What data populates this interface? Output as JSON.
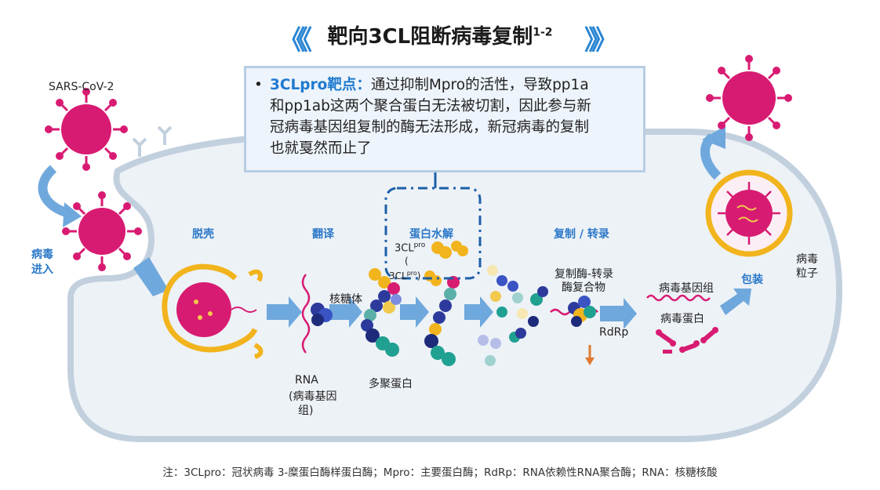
{
  "title": {
    "main": "靶向3CL阻断病毒复制",
    "sup": "1-2",
    "left_chevron": "《《",
    "right_chevron": "》》"
  },
  "callout": {
    "bullet": "•",
    "term": "3CLpro靶点",
    "colon": "：",
    "line1": "通过抑制Mpro的活性，导致pp1a",
    "line2": "和pp1ab这两个聚合蛋白无法被切割，因此参与新",
    "line3": "冠病毒基因组复制的酶无法形成，新冠病毒的复制",
    "line4": "也就戛然而止了"
  },
  "labels": {
    "virus": "SARS-CoV-2",
    "entry": "病毒\n进入",
    "uncoating": "脱壳",
    "translation": "翻译",
    "proteolysis": "蛋白水解",
    "replication": "复制 / 转录",
    "packaging": "包装",
    "particle": "病毒\n粒子",
    "ribosome": "核糖体",
    "rna": "RNA",
    "rna_sub1": "(病毒基因",
    "rna_sub2": "组)",
    "polyprotein": "多聚蛋白",
    "enzyme_line1": "复制酶-转录",
    "enzyme_line2": "酶复合物",
    "rdrp": "RdRp",
    "genome": "病毒基因组",
    "viral_protein": "病毒蛋白",
    "cl3_a": "3CL",
    "cl3_a_sup": "pro",
    "cl3_b_paren": "(",
    "cl3_b": "3CL",
    "cl3_b_sup": "pro",
    "cl3_b_close": ")"
  },
  "footnote": "注：3CLpro：冠状病毒 3-糜蛋白酶样蛋白酶；Mpro：主要蛋白酶；RdRp：RNA依赖性RNA聚合酶；RNA：核糖核酸",
  "colors": {
    "virus": "#d81b72",
    "cell_fill": "#edf2f7",
    "cell_stroke": "#c2d0de",
    "arrow": "#6fa8dc",
    "accent_blue": "#2b78c8",
    "membrane": "#f2b41d"
  }
}
